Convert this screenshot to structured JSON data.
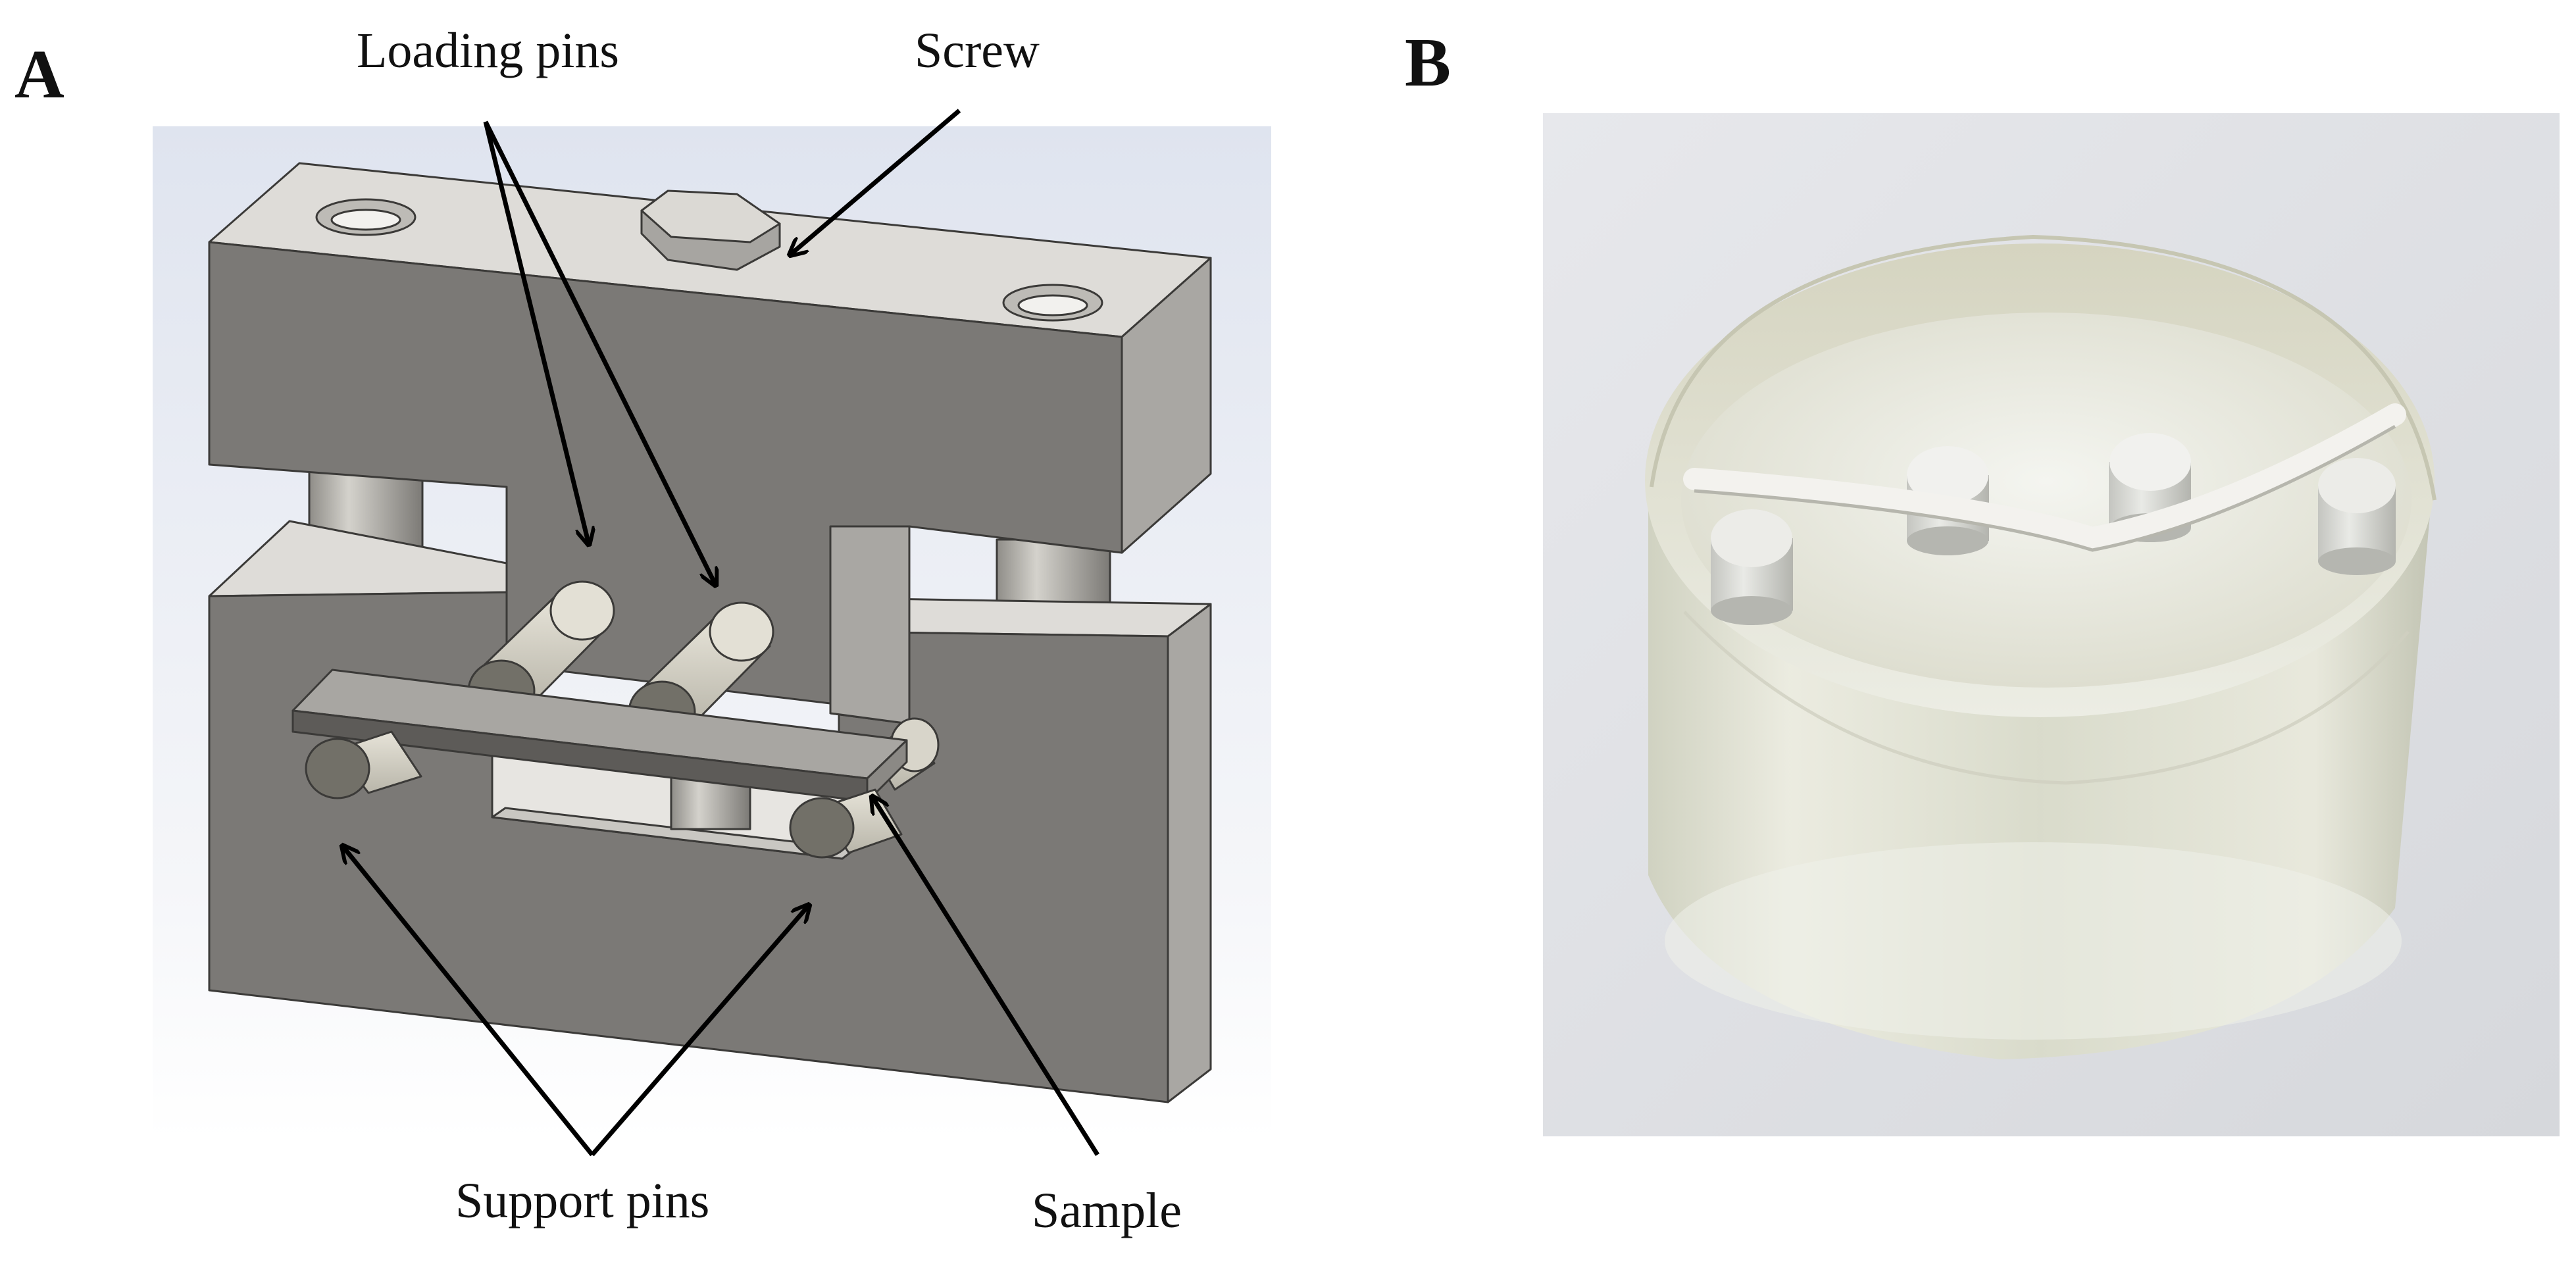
{
  "panels": {
    "a": {
      "letter": "A",
      "labels": {
        "loading_pins": "Loading pins",
        "screw": "Screw",
        "support_pins": "Support pins",
        "sample": "Sample"
      }
    },
    "b": {
      "letter": "B"
    }
  },
  "colors": {
    "steel_front": "#7b7976",
    "steel_top": "#dedcd8",
    "steel_side": "#a9a7a3",
    "pin_body": "#d4d1c4",
    "pin_end": "#727068",
    "sample_top": "#a8a6a2",
    "sample_front": "#5d5b58",
    "cad_background": "#e6e9f1",
    "resin": "#d9dacb",
    "photo_background": "#e2e3e8"
  }
}
